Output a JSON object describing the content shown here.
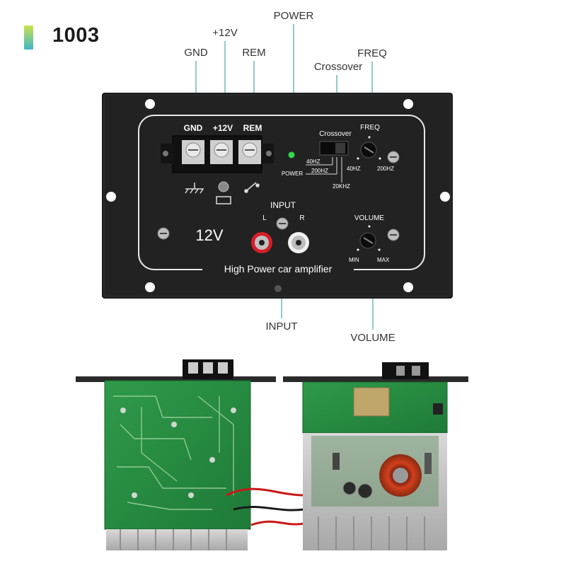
{
  "header": {
    "model": "1003",
    "accent_colors": [
      "#c9e24a",
      "#3fb6c8"
    ]
  },
  "callouts": {
    "gnd": "GND",
    "v12": "+12V",
    "rem": "REM",
    "power": "POWER",
    "crossover": "Crossover",
    "freq": "FREQ",
    "input": "INPUT",
    "volume": "VOLUME"
  },
  "panel": {
    "terminal_gnd": "GND",
    "terminal_12v": "+12V",
    "terminal_rem": "REM",
    "power_led_label": "POWER",
    "crossover_label": "Crossover",
    "crossover_40": "40HZ",
    "crossover_200": "200HZ",
    "crossover_20k": "20KHZ",
    "freq_label": "FREQ",
    "freq_min": "40HZ",
    "freq_max": "200HZ",
    "input_label": "INPUT",
    "input_l": "L",
    "input_r": "R",
    "voltage": "12V",
    "volume_label": "VOLUME",
    "volume_min": "MIN",
    "volume_max": "MAX",
    "product_name": "High Power car amplifier",
    "led_color": "#2fd94a",
    "callout_accent": "#4aa6ad"
  }
}
